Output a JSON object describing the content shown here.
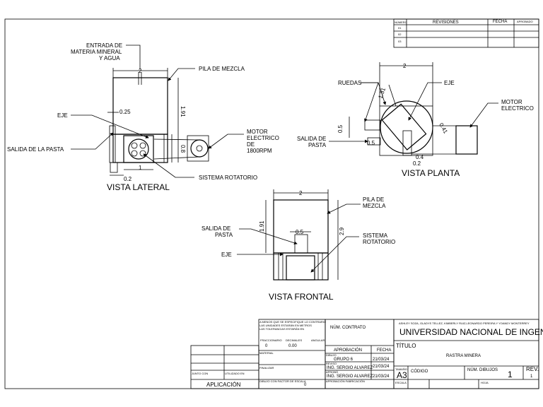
{
  "revisions": {
    "header_num": "NÚMERO",
    "header_rev": "REVISIONES",
    "header_fecha": "FECHA",
    "header_aprobado": "APROBADO",
    "rows": [
      "01",
      "02",
      "03"
    ]
  },
  "lateral": {
    "title": "VISTA LATERAL",
    "entrada": [
      "ENTRADA DE",
      "MATERIA MINERAL",
      "Y AGUA"
    ],
    "pila": "PILA DE MEZCLA",
    "eje": "EJE",
    "salida": "SALIDA DE LA PASTA",
    "motor": [
      "MOTOR",
      "ELECTRICO",
      "DE",
      "1800RPM"
    ],
    "sistema": "SISTEMA ROTATORIO",
    "dims": {
      "top": "2",
      "d025": "0.25",
      "d191": "1.91",
      "d08": "0.8",
      "d1": "1",
      "d02": "0.2"
    }
  },
  "planta": {
    "title": "VISTA PLANTA",
    "ruedas": "RUEDAS",
    "eje": "EJE",
    "motor": [
      "MOTOR",
      "ELECTRICO"
    ],
    "salida": [
      "SALIDA DE",
      "PASTA"
    ],
    "dims": {
      "top": "2",
      "d1": "1.31",
      "d041": "0.41",
      "d05a": "0.5",
      "d05b": "0.5",
      "d04": "0.4",
      "d02": "0.2"
    }
  },
  "frontal": {
    "title": "VISTA FRONTAL",
    "pila": [
      "PILA DE",
      "MEZCLA"
    ],
    "salida": [
      "SALIDA DE",
      "PASTA"
    ],
    "eje": "EJE",
    "sistema": [
      "SISTEMA",
      "ROTATORIO"
    ],
    "dims": {
      "top": "2",
      "d191": "1.91",
      "d05": "0.5",
      "d29": "2.9"
    }
  },
  "titleblock": {
    "notes": [
      "A MENOS QUE SE ESPECIFIQUE LO CONTRARIO",
      "LAS UNIDADES ESTARÁN EN METROS",
      "LAS TOLERANCIAS ESTARÁN EN"
    ],
    "tol_labels": [
      "FRACCIONARIO",
      "DECIMALES",
      "ANGULAR"
    ],
    "tol_values": [
      "0",
      "0.00"
    ],
    "material": "MATERIAL",
    "finalizar": "FINALIZAR",
    "scale_note": "DIBUJO CON FACTOR DE ESCALA",
    "scale_value": "0",
    "junto_con": "JUNTO CON",
    "utilizado_en": "UTILIZADO EN",
    "aplicacion": "APLICACIÓN",
    "num_contrato": "NÚM. CONTRATO",
    "aprobacion": "APROBACIÓN",
    "fecha": "FECHA",
    "dibujo_lbl": "DIBUJO",
    "grupo": "GRUPO 6",
    "date1": "21/03/24",
    "reviso_lbl": "REVISO",
    "reviso": "ING. SERGIO ALVAREZ",
    "date2": "21/03/24",
    "aprobo_lbl": "APROBÓ",
    "aprobo": "ING. SERGIO ALVAREZ",
    "date3": "21/03/24",
    "aprob_fab": "APROBACIÓN FABRICACIÓN",
    "authors": "ASHLEY SOZA, GLADYS TELLEZ, KIMBERLY RUIZ,LEONARDO PEREIRA Y YOANDY MONTERREY",
    "university": "UNIVERSIDAD NACIONAL DE INGENIERÍA",
    "titulo": "TÍTULO",
    "titulo_value": "RASTRA MINERA",
    "tamano_lbl": "TAMAÑO",
    "tamano": "A3",
    "codigo": "CÓDIGO",
    "num_dibujos": "NÚM. DIBUJOS",
    "num_value": "1",
    "rev": "REV.",
    "rev_value": "1",
    "escala": "ESCALA",
    "hoja": "HOJA"
  }
}
